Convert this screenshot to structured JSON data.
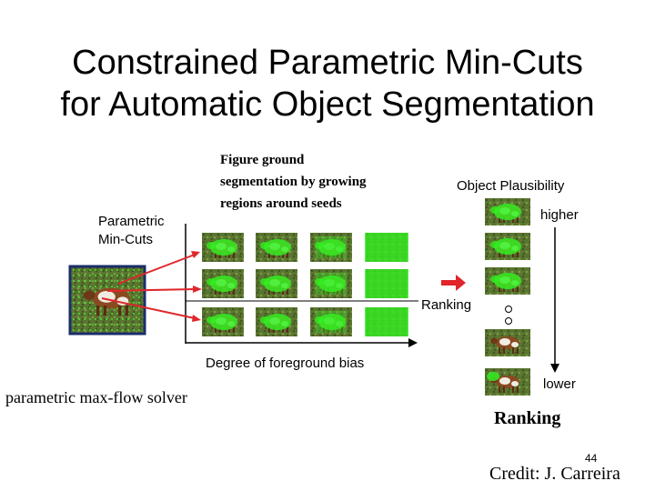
{
  "slide": {
    "title_line1": "Constrained Parametric Min-Cuts",
    "title_line2": "for Automatic Object Segmentation",
    "caption_lines": [
      "Figure ground",
      "segmentation by growing",
      "regions around seeds"
    ],
    "pmc_lines": [
      "Parametric",
      "Min-Cuts"
    ],
    "object_plausibility": "Object Plausibility",
    "higher": "higher",
    "lower": "lower",
    "ranking_label": "Ranking",
    "degree_label": "Degree of foreground bias",
    "solver_label": "parametric max-flow solver",
    "ranking_bottom": "Ranking",
    "page_number": "44",
    "credit": "Credit: J. Carreira"
  },
  "colors": {
    "arrow_red": "#e0262b",
    "grass": "#4f6b2a",
    "segment_green": "#33ee22",
    "cow_brown": "#8a4a20"
  }
}
